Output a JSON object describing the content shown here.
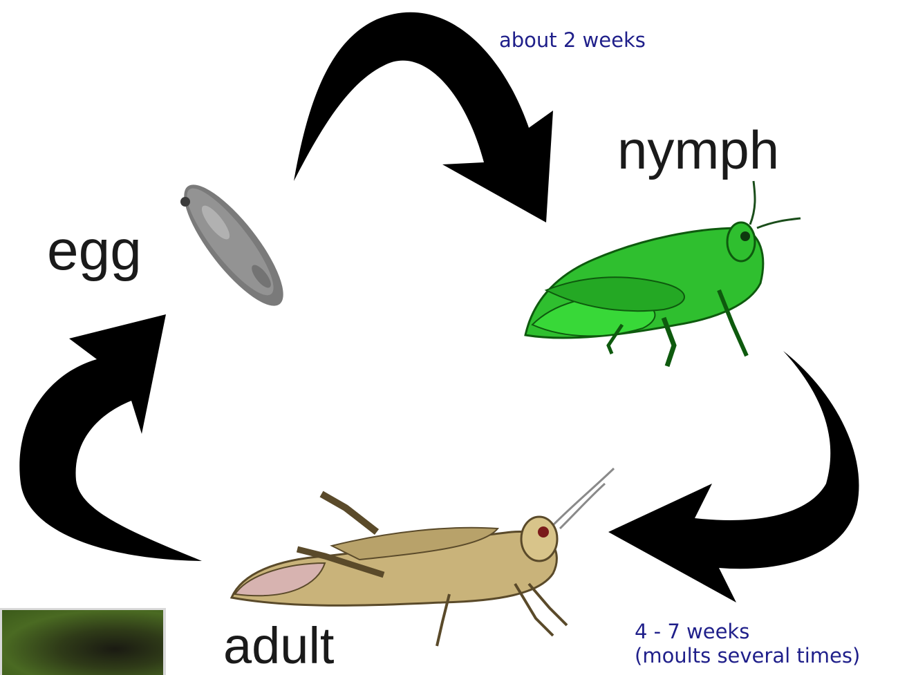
{
  "diagram": {
    "stages": {
      "egg": "egg",
      "nymph": "nymph",
      "adult": "adult"
    },
    "durations": {
      "egg_to_nymph": "about 2 weeks",
      "nymph_to_adult_line1": "4 - 7 weeks",
      "nymph_to_adult_line2": "(moults several times)"
    },
    "colors": {
      "arrow": "#000000",
      "duration_text": "#1f1f8a",
      "stage_text": "#1a1a1a",
      "nymph_green": "#2fbf2f",
      "adult_tan": "#c9b37a"
    }
  }
}
